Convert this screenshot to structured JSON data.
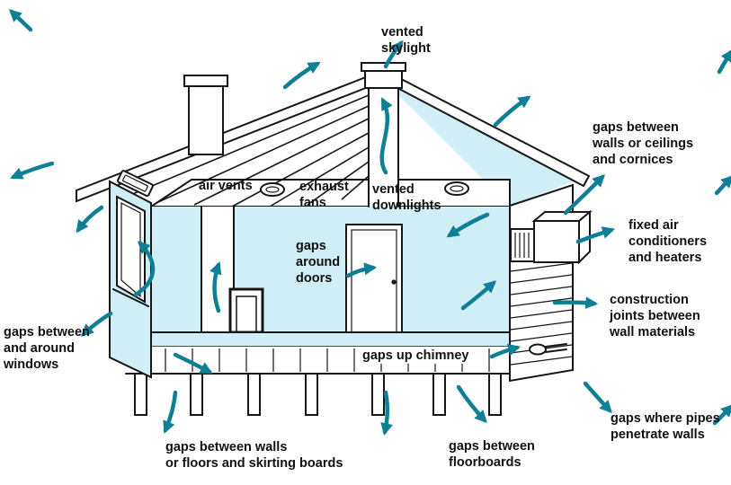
{
  "colors": {
    "arrow": "#0f7f96",
    "house_fill": "#cfeef5",
    "outline": "#161616",
    "label_text": "#111111"
  },
  "labels": {
    "vented_skylight": "vented\nskylight",
    "air_vents": "air vents",
    "exhaust_fans": "exhaust\nfans",
    "vented_downlights": "vented\ndownlights",
    "gaps_walls_ceilings_cornices": "gaps between\nwalls or ceilings\nand cornices",
    "fixed_air_conditioners": "fixed air\nconditioners\nand heaters",
    "construction_joints": "construction\njoints between\nwall materials",
    "gaps_around_doors": "gaps\naround\ndoors",
    "gaps_up_chimney": "gaps up chimney",
    "gaps_windows": "gaps between\nand around\nwindows",
    "gaps_pipes": "gaps where pipes\npenetrate walls",
    "gaps_skirting": "gaps between walls\nor floors and skirting boards",
    "gaps_floorboards": "gaps between\nfloorboards"
  }
}
